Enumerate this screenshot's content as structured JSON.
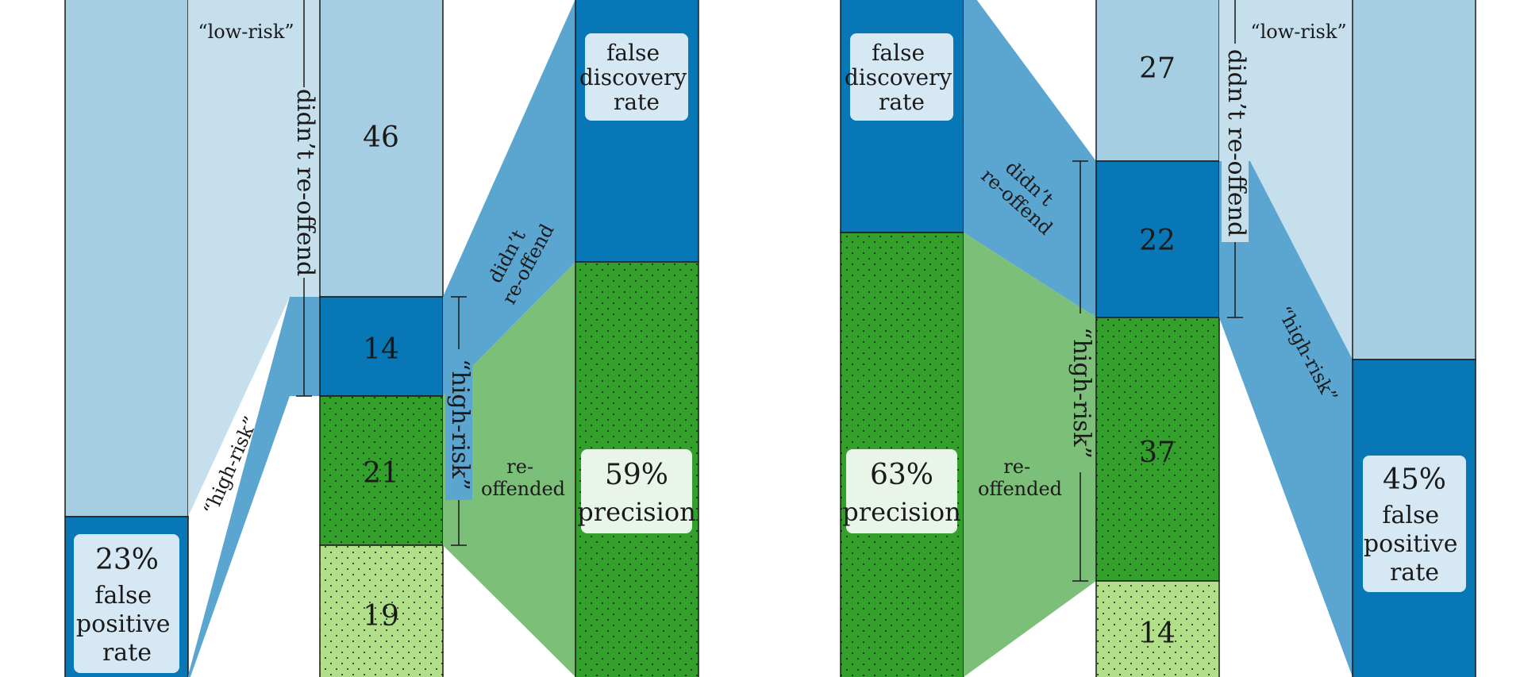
{
  "colors": {
    "light_blue": "#a6cee3",
    "pale_blue": "#c6dfed",
    "mid_blue": "#5aa6d1",
    "dark_blue": "#0777b5",
    "dark_green": "#33a02c",
    "mid_green": "#7cbf78",
    "light_green": "#b2df8a",
    "box_light": "#d6e8f3",
    "box_white": "#eaf5ea",
    "stroke": "#1a1a1a"
  },
  "left": {
    "population": {
      "fpr_percent": "23%",
      "fpr_label": [
        "false",
        "positive",
        "rate"
      ]
    },
    "flow_labels": {
      "low_risk": "“low-risk”",
      "high_risk": "“high-risk”",
      "didnt_reoffend": "didn’t re-offend",
      "high_risk_bracket": "“high-risk”",
      "didnt_reoffend_flow": [
        "didn’t",
        "re-offend"
      ],
      "reoffended_flow": [
        "re-",
        "offended"
      ]
    },
    "counts": {
      "low_no": "46",
      "high_no": "14",
      "high_yes": "21",
      "low_yes": "19"
    },
    "outcome": {
      "fdr_label": [
        "false",
        "discovery",
        "rate"
      ],
      "precision_percent": "59%",
      "precision_label": "precision"
    }
  },
  "right": {
    "outcome": {
      "fdr_label": [
        "false",
        "discovery",
        "rate"
      ],
      "precision_percent": "63%",
      "precision_label": "precision"
    },
    "flow_labels": {
      "didnt_reoffend_flow": [
        "didn’t",
        "re-offend"
      ],
      "reoffended_flow": [
        "re-",
        "offended"
      ],
      "high_risk_bracket": "“high-risk”",
      "didnt_reoffend": "didn’t re-offend",
      "low_risk": "“low-risk”",
      "high_risk": "“high-risk”"
    },
    "counts": {
      "low_no": "27",
      "high_no": "22",
      "high_yes": "37",
      "low_yes": "14"
    },
    "population": {
      "fpr_percent": "45%",
      "fpr_label": [
        "false",
        "positive",
        "rate"
      ]
    }
  }
}
